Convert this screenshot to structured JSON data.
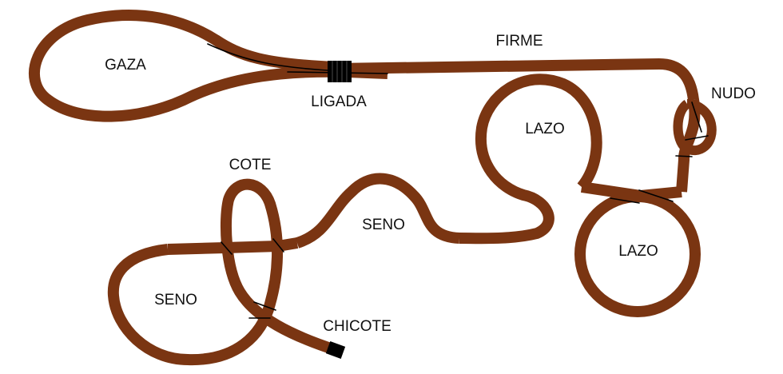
{
  "colors": {
    "rope": "#7a3512",
    "binding": "#000000",
    "text": "#111111",
    "background": "#ffffff"
  },
  "labels": {
    "gaza": "GAZA",
    "ligada": "LIGADA",
    "firme": "FIRME",
    "nudo": "NUDO",
    "lazo_upper": "LAZO",
    "lazo_lower": "LAZO",
    "cote": "COTE",
    "seno_middle": "SENO",
    "seno_left": "SENO",
    "chicote": "CHICOTE"
  }
}
